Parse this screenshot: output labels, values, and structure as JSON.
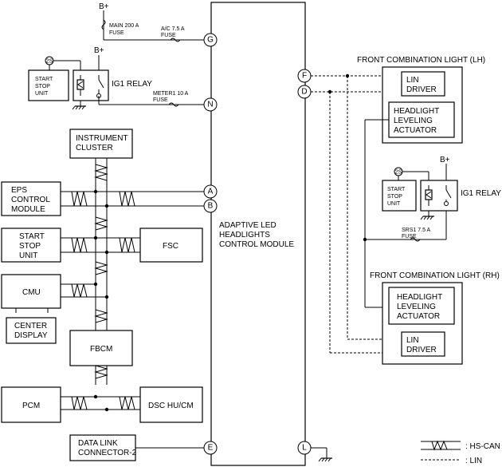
{
  "title": "",
  "main_module": {
    "lines": [
      "ADAPTIVE LED",
      "HEADLIGHTS",
      "CONTROL MODULE"
    ]
  },
  "power": {
    "bplus": "B+",
    "main_fuse": [
      "MAIN 200 A",
      "FUSE"
    ],
    "ac_fuse": [
      "A/C 7.5 A",
      "FUSE"
    ],
    "meter_fuse": [
      "METER1 10 A",
      "FUSE"
    ],
    "srs_fuse": [
      "SRS1 7.5 A",
      "FUSE"
    ]
  },
  "ig1_relay": "IG1 RELAY",
  "start_stop_unit": [
    "START",
    "STOP",
    "UNIT"
  ],
  "left_modules": {
    "instrument_cluster": [
      "INSTRUMENT",
      "CLUSTER"
    ],
    "eps": [
      "EPS",
      "CONTROL",
      "MODULE"
    ],
    "start_stop": [
      "START",
      "STOP",
      "UNIT"
    ],
    "fsc": "FSC",
    "cmu": "CMU",
    "center_display": [
      "CENTER",
      "DISPLAY"
    ],
    "fbcm": "FBCM",
    "pcm": "PCM",
    "dsc": "DSC HU/CM",
    "dlc": [
      "DATA LINK",
      "CONNECTOR-2"
    ]
  },
  "pins": [
    "G",
    "N",
    "A",
    "B",
    "E",
    "F",
    "D",
    "L"
  ],
  "front_lh": {
    "title": "FRONT COMBINATION LIGHT (LH)",
    "lin_driver": [
      "LIN",
      "DRIVER"
    ],
    "actuator": [
      "HEADLIGHT",
      "LEVELING",
      "ACTUATOR"
    ]
  },
  "front_rh": {
    "title": "FRONT COMBINATION LIGHT (RH)",
    "actuator": [
      "HEADLIGHT",
      "LEVELING",
      "ACTUATOR"
    ],
    "lin_driver": [
      "LIN",
      "DRIVER"
    ]
  },
  "legend": {
    "hs_can": ": HS-CAN",
    "lin": ": LIN"
  }
}
